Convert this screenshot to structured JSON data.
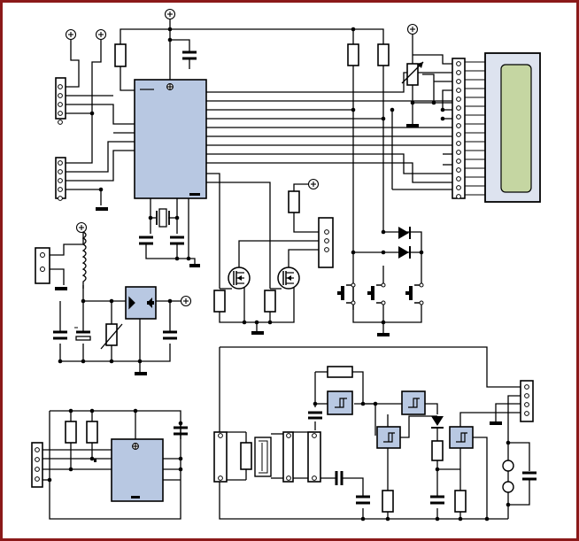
{
  "diagram": {
    "type": "electronic-schematic",
    "background": "#ffffff",
    "border_color": "#8b1a1a",
    "ic_fill": "#b8c8e2",
    "lcd_screen_fill": "#c5d6a2",
    "power_symbol": "⊕",
    "components": [
      "microcontroller-ic",
      "lcd-display",
      "contrast-potentiometer",
      "voltage-regulator",
      "inductor",
      "mosfet-left",
      "mosfet-right",
      "pushbutton-1",
      "pushbutton-2",
      "pushbutton-3",
      "diode-upper",
      "diode-lower",
      "crystal",
      "eeprom-ic",
      "schmitt-trigger-1",
      "schmitt-trigger-2",
      "schmitt-trigger-3",
      "schmitt-trigger-4",
      "signal-diode",
      "transformer"
    ]
  }
}
